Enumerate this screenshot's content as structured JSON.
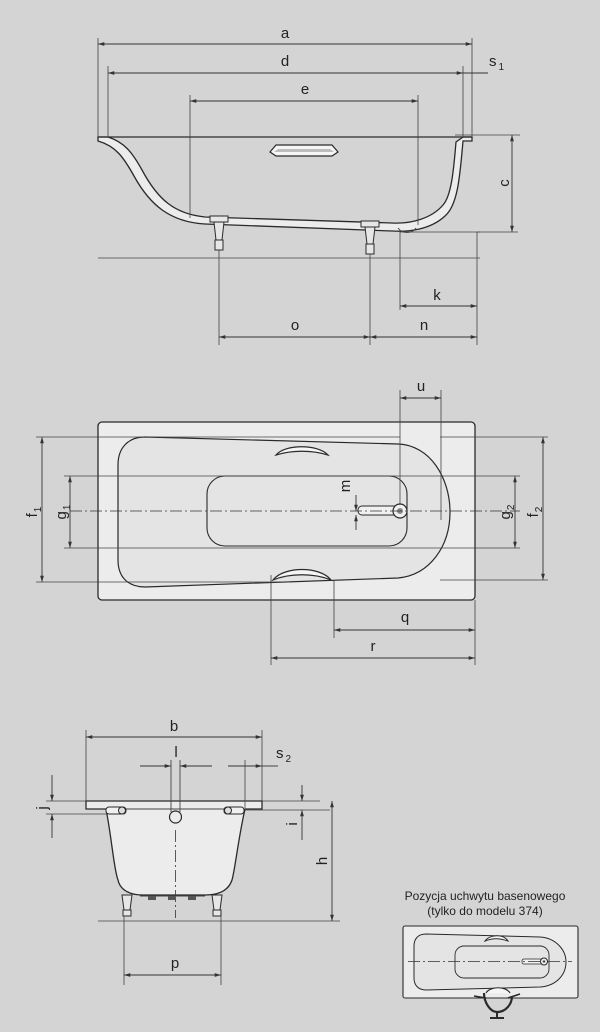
{
  "colors": {
    "background": "#d4d4d4",
    "tub_fill": "#ececec",
    "line": "#2a2a2a"
  },
  "side_view": {
    "labels": {
      "a": "a",
      "d": "d",
      "s": "s",
      "s_sub": "1",
      "e": "e",
      "c": "c",
      "k": "k",
      "o": "o",
      "n": "n"
    }
  },
  "top_view": {
    "labels": {
      "u": "u",
      "m": "m",
      "g1": "g",
      "g1_sub": "1",
      "g2": "g",
      "g2_sub": "2",
      "f1": "f",
      "f1_sub": "1",
      "f2": "f",
      "f2_sub": "2",
      "q": "q",
      "r": "r"
    }
  },
  "front_view": {
    "labels": {
      "b": "b",
      "l": "l",
      "s": "s",
      "s_sub": "2",
      "j": "j",
      "i": "i",
      "h": "h",
      "p": "p"
    }
  },
  "inset": {
    "caption_line1": "Pozycja uchwytu basenowego",
    "caption_line2": "(tylko do modelu 374)"
  }
}
